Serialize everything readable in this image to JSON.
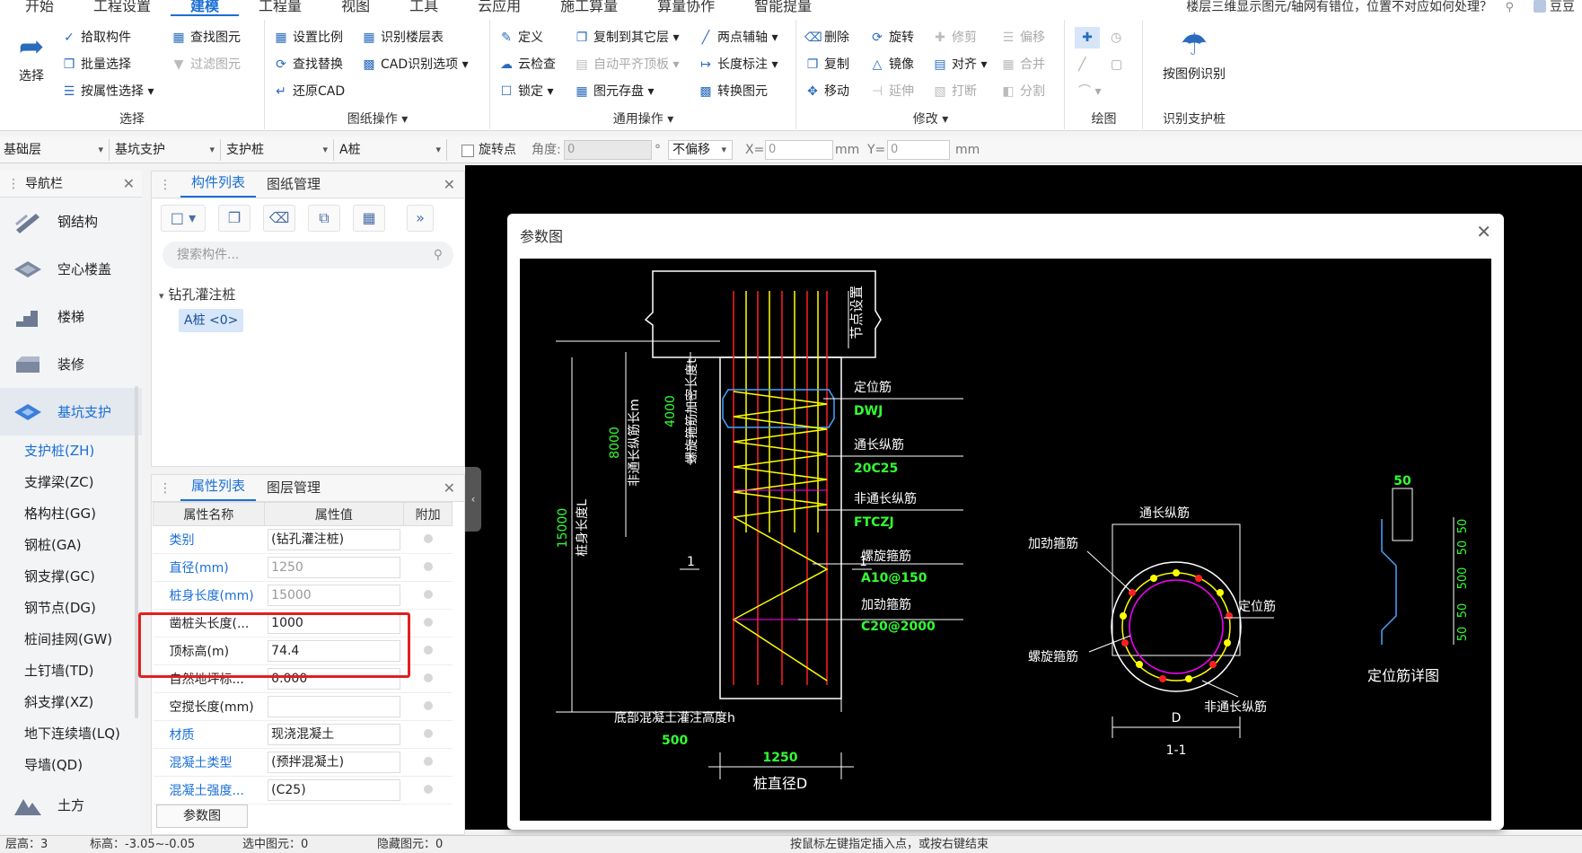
{
  "menubar": {
    "tabs": [
      "开始",
      "工程设置",
      "建模",
      "工程量",
      "视图",
      "工具",
      "云应用",
      "施工算量",
      "算量协作",
      "智能提量"
    ],
    "notice": "楼层三维显示图元/轴网有错位，位置不对应如何处理？",
    "user": "豆豆"
  },
  "ribbon": {
    "select": {
      "big": "选择",
      "items": [
        "拾取构件",
        "批量选择",
        "按属性选择"
      ],
      "items2": [
        "查找图元",
        "过滤图元"
      ],
      "title": "选择"
    },
    "drawing": {
      "items": [
        "设置比例",
        "查找替换",
        "还原CAD"
      ],
      "items2": [
        "识别楼层表",
        "CAD识别选项"
      ],
      "title": "图纸操作"
    },
    "common": {
      "items": [
        "定义",
        "云检查",
        "锁定"
      ],
      "items2": [
        "复制到其它层",
        "自动平齐顶板",
        "图元存盘"
      ],
      "items3": [
        "两点辅轴",
        "长度标注",
        "转换图元"
      ],
      "title": "通用操作"
    },
    "modify": {
      "items": [
        "删除",
        "复制",
        "移动"
      ],
      "items2": [
        "旋转",
        "镜像",
        "延伸"
      ],
      "items3": [
        "修剪",
        "对齐",
        "打断"
      ],
      "items4": [
        "偏移",
        "合并",
        "分割"
      ],
      "title": "修改"
    },
    "draw": {
      "title": "绘图"
    },
    "recognize": {
      "big": "按图例识别",
      "title": "识别支护桩"
    }
  },
  "toolbar2": {
    "floor": "基础层",
    "category": "基坑支护",
    "type": "支护桩",
    "component": "A桩",
    "rotate_point": "旋转点",
    "angle_label": "角度:",
    "angle_value": "0",
    "degree": "°",
    "offset": "不偏移",
    "x_label": "X=",
    "x_value": "0",
    "unit1": "mm",
    "y_label": "Y=",
    "y_value": "0",
    "unit2": "mm"
  },
  "nav": {
    "title": "导航栏",
    "big_items": [
      "钢结构",
      "空心楼盖",
      "楼梯",
      "装修",
      "基坑支护"
    ],
    "sub_items": [
      "支护桩(ZH)",
      "支撑梁(ZC)",
      "格构柱(GG)",
      "钢桩(GA)",
      "钢支撑(GC)",
      "钢节点(DG)",
      "桩间挂网(GW)",
      "土钉墙(TD)",
      "斜支撑(XZ)",
      "地下连续墙(LQ)",
      "导墙(QD)"
    ],
    "last_item": "土方"
  },
  "component_panel": {
    "tabs": [
      "构件列表",
      "图纸管理"
    ],
    "search_placeholder": "搜索构件...",
    "tree_node": "钻孔灌注桩",
    "tree_leaf": "A桩 <0>"
  },
  "attr_panel": {
    "tabs": [
      "属性列表",
      "图层管理"
    ],
    "headers": [
      "属性名称",
      "属性值",
      "附加"
    ],
    "rows": [
      {
        "name": "类别",
        "value": "(钻孔灌注桩)"
      },
      {
        "name": "直径(mm)",
        "value": "1250"
      },
      {
        "name": "桩身长度(mm)",
        "value": "15000"
      },
      {
        "name": "凿桩头长度(...",
        "value": "1000"
      },
      {
        "name": "顶标高(m)",
        "value": "74.4"
      },
      {
        "name": "自然地坪标...",
        "value": "0.000"
      },
      {
        "name": "空搅长度(mm)",
        "value": ""
      },
      {
        "name": "材质",
        "value": "现浇混凝土"
      },
      {
        "name": "混凝土类型",
        "value": "(预拌混凝土)"
      },
      {
        "name": "混凝土强度...",
        "value": "(C25)"
      }
    ],
    "params_button": "参数图"
  },
  "dialog": {
    "title": "参数图",
    "labels": {
      "node_setting": "节点设置",
      "total_length": "桩身长度L",
      "total_value": "15000",
      "non_through_len": "非通长纵筋长m",
      "non_through_value": "8000",
      "dense_len": "螺旋箍筋加密长度t",
      "dense_value": "4000",
      "positioning": "定位筋",
      "positioning_code": "DWJ",
      "through_bars": "通长纵筋",
      "through_code": "20C25",
      "non_through": "非通长纵筋",
      "non_through_code": "FTCZJ",
      "spiral": "螺旋箍筋",
      "spiral_code": "A10@150",
      "stiff": "加劲箍筋",
      "stiff_code": "C20@2000",
      "bottom": "底部混凝土灌注高度h",
      "bottom_value": "500",
      "diameter_value": "1250",
      "diameter": "桩直径D",
      "section_mark": "1",
      "sec_through": "通长纵筋",
      "sec_stiff": "加劲箍筋",
      "sec_pos": "定位筋",
      "sec_spiral": "螺旋箍筋",
      "sec_non": "非通长纵筋",
      "sec_D": "D",
      "sec_name": "1-1",
      "detail_top": "50",
      "detail_d1": "50",
      "detail_d2": "50",
      "detail_d3": "500",
      "detail_d4": "50",
      "detail_d5": "50",
      "detail_title": "定位筋详图"
    }
  },
  "statusbar": {
    "items": [
      "层高：3",
      "标高：-3.05~-0.05",
      "选中图元：0",
      "隐藏图元：0",
      "按鼠标左键指定插入点，或按右键结束"
    ]
  }
}
